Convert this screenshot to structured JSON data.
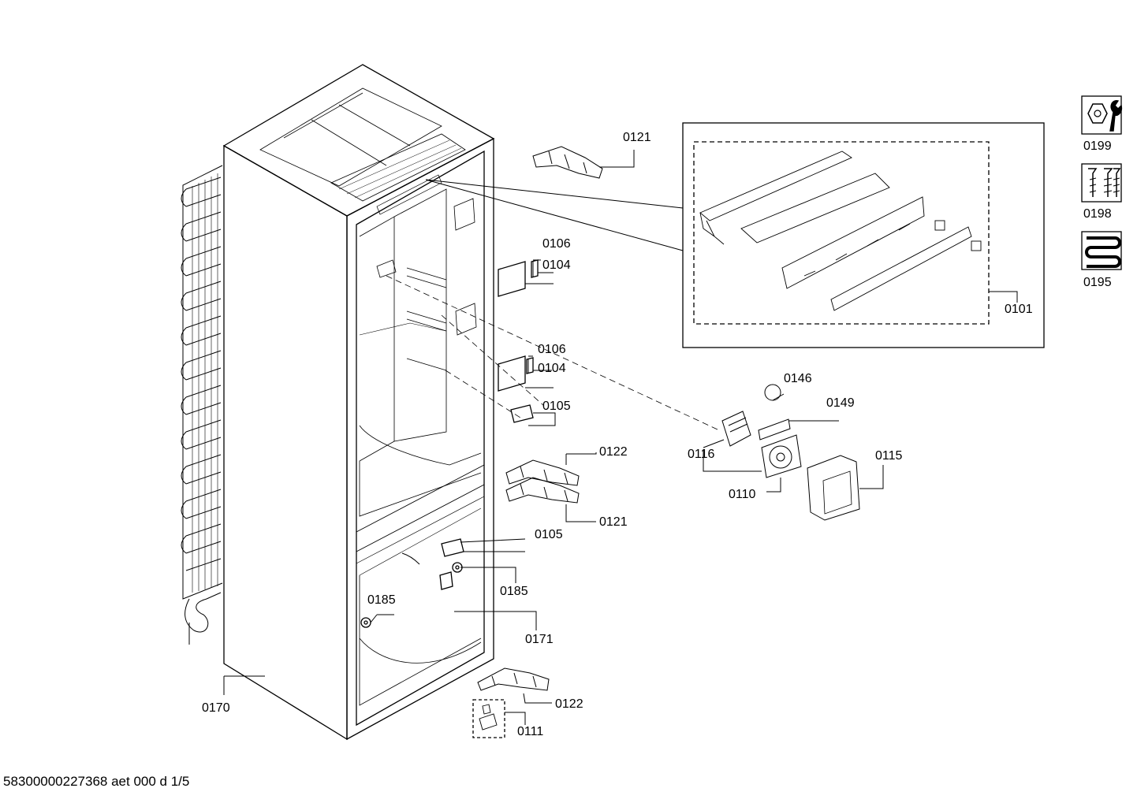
{
  "footer_text": "58300000227368 aet 000 d 1/5",
  "part_labels": {
    "p0121_top": "0121",
    "p0106_a": "0106",
    "p0104_a": "0104",
    "p0106_b": "0106",
    "p0104_b": "0104",
    "p0105_a": "0105",
    "p0122_a": "0122",
    "p0121_b": "0121",
    "p0105_b": "0105",
    "p0185_a": "0185",
    "p0185_b": "0185",
    "p0171": "0171",
    "p0170": "0170",
    "p0122_b": "0122",
    "p0111": "0111",
    "p0101": "0101",
    "p0146": "0146",
    "p0149": "0149",
    "p0116": "0116",
    "p0115": "0115",
    "p0110": "0110",
    "p0199": "0199",
    "p0198": "0198",
    "p0195": "0195"
  },
  "icons": {
    "i0199": "nut-wrench-icon",
    "i0198": "screws-icon",
    "i0195": "coil-tube-icon"
  }
}
